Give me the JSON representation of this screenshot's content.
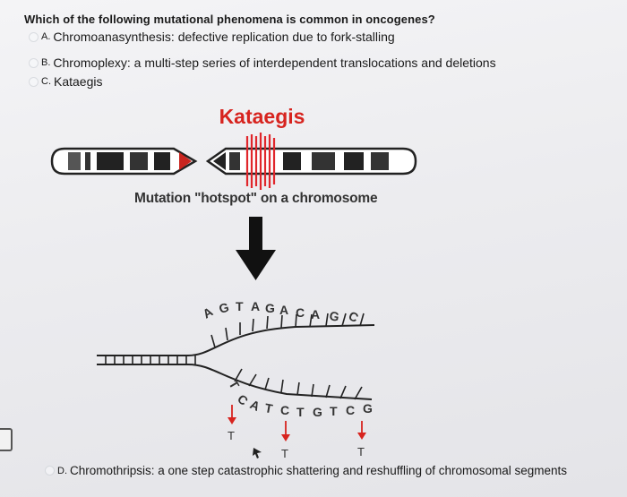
{
  "question": {
    "text": "Which of the following mutational phenomena is common in oncogenes?",
    "options": [
      {
        "letter": "A.",
        "text": "Chromoanasynthesis: defective replication due to fork-stalling"
      },
      {
        "letter": "B.",
        "text": "Chromoplexy: a multi-step series of interdependent translocations and deletions"
      },
      {
        "letter": "C.",
        "text": "Kataegis"
      },
      {
        "letter": "D.",
        "text": "Chromothripsis: a one step catastrophic shattering and reshuffling of chromosomal segments"
      }
    ]
  },
  "figure": {
    "title": "Kataegis",
    "caption": "Mutation \"hotspot\" on a chromosome",
    "top_strand": [
      "A",
      "G",
      "T",
      "A",
      "G",
      "A",
      "C",
      "A",
      "G",
      "C"
    ],
    "bottom_strand": [
      "T",
      "C",
      "A",
      "T",
      "C",
      "T",
      "G",
      "T",
      "C",
      "G"
    ],
    "mutations": [
      "T",
      "T",
      "T"
    ],
    "colors": {
      "title": "#d7241f",
      "hotspot": "#e0262b",
      "mutation_arrow": "#d7241f",
      "dark": "#222222"
    }
  }
}
